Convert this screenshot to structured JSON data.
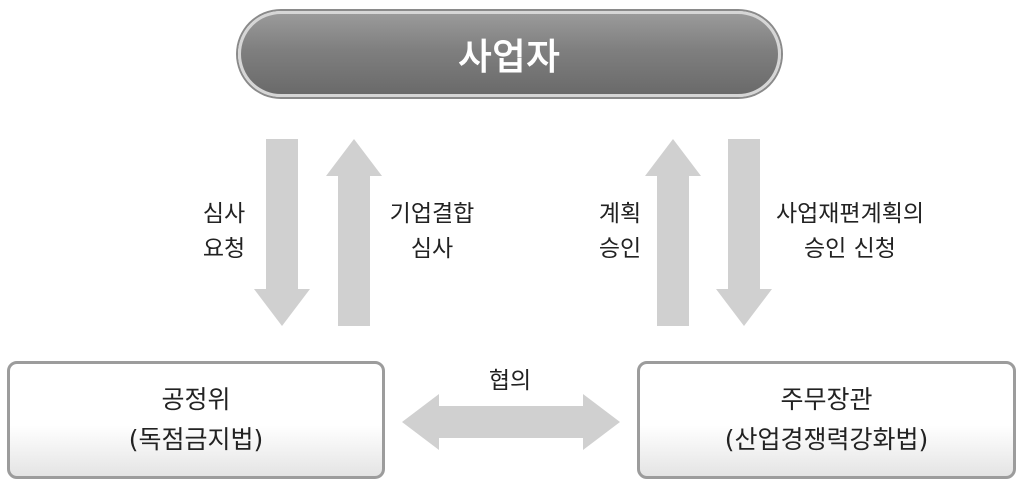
{
  "top_box": {
    "label": "사업자"
  },
  "left_box": {
    "line1": "공정위",
    "line2": "(독점금지법)"
  },
  "right_box": {
    "line1": "주무장관",
    "line2": "(산업경쟁력강화법)"
  },
  "arrows": {
    "left_down": {
      "line1": "심사",
      "line2": "요청"
    },
    "left_up": {
      "line1": "기업결합",
      "line2": "심사"
    },
    "right_up": {
      "line1": "계획",
      "line2": "승인"
    },
    "right_down": {
      "line1": "사업재편계획의",
      "line2": "승인 신청"
    },
    "horizontal": {
      "label": "협의"
    }
  },
  "colors": {
    "arrow": "#d0d0d0",
    "top_box_fill": "#808080",
    "box_border": "#9c9c9c"
  }
}
